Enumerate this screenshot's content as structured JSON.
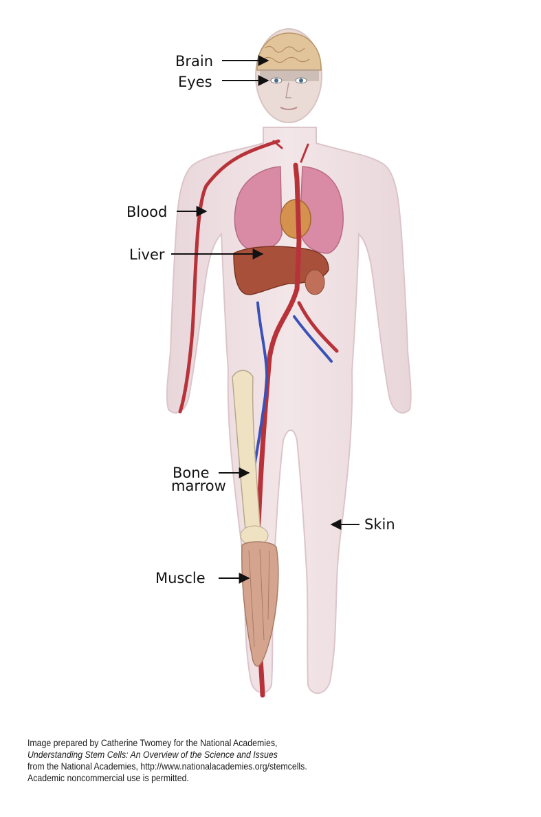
{
  "labels": {
    "brain": "Brain",
    "eyes": "Eyes",
    "blood": "Blood",
    "liver": "Liver",
    "bone_line1": "Bone",
    "bone_line2": "marrow",
    "skin": "Skin",
    "muscle": "Muscle"
  },
  "caption": {
    "line1": "Image prepared by Catherine Twomey for the National Academies,",
    "line2": "Understanding Stem Cells: An Overview of the Science and Issues",
    "line3": "from the National Academies, http://www.nationalacademies.org/stemcells.",
    "line4": "Academic noncommercial use is permitted."
  },
  "colors": {
    "background": "#ffffff",
    "skin": "#efdfe2",
    "artery": "#b8323a",
    "vein": "#3a52b8",
    "lung": "#d98aa4",
    "liver": "#a8503a",
    "bone": "#eee2c2",
    "muscle": "#d4a48e",
    "brain": "#e2c49a"
  }
}
